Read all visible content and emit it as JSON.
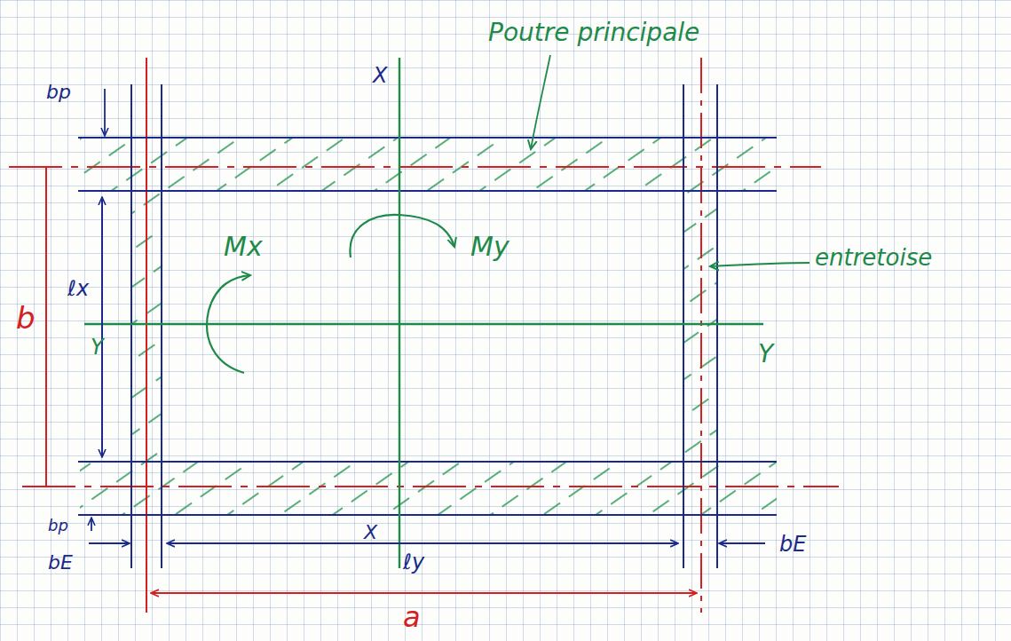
{
  "diagram": {
    "labels": [
      "bp",
      "Poutre principale",
      "X",
      "b",
      "ℓx",
      "Mx",
      "My",
      "entretoise",
      "Y",
      "Y",
      "bp",
      "bE",
      "X",
      "ℓy",
      "bE",
      "a"
    ]
  }
}
